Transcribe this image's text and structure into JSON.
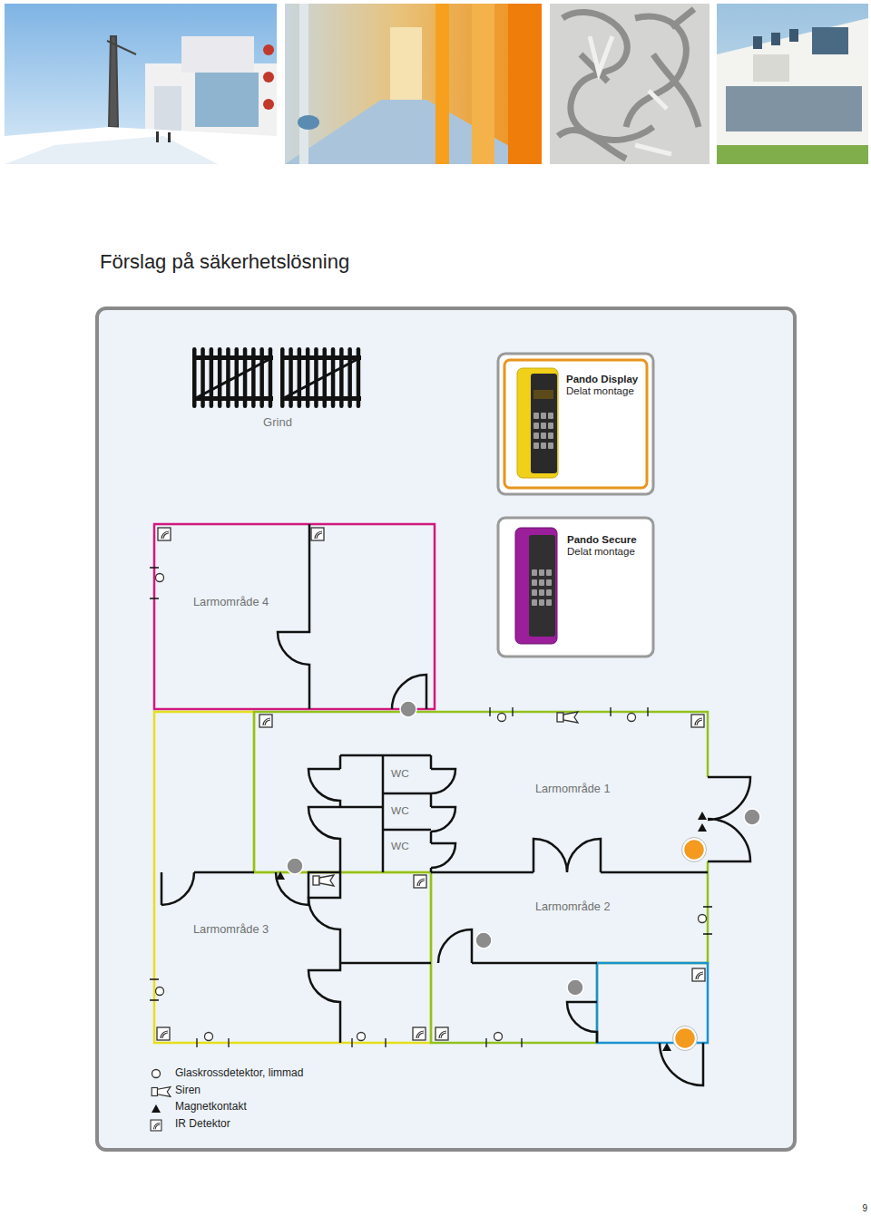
{
  "diagram": {
    "title": "Förslag på säkerhetslösning",
    "nodes": [
      {
        "text": [
          "Pando Display",
          "Delat montage"
        ]
      },
      {
        "text": [
          "Pando Secure",
          "Delat montage"
        ]
      },
      {
        "text": [
          "Larmområde 4"
        ]
      },
      {
        "text": [
          "Larmområde 1"
        ]
      },
      {
        "text": [
          "WC"
        ],
        "in": 3
      },
      {
        "text": [
          "WC"
        ],
        "in": 3
      },
      {
        "text": [
          "WC"
        ],
        "in": 3
      },
      {
        "text": [
          "Larmområde 3"
        ]
      },
      {
        "text": [
          "Larmområde 2"
        ]
      }
    ],
    "labels": [
      "Grind",
      "9"
    ],
    "legend": [
      {
        "text": "Glaskrossdetektor, limmad"
      },
      {
        "text": "Siren"
      },
      {
        "text": "Magnetkontakt"
      },
      {
        "text": "IR Detektor"
      }
    ]
  }
}
